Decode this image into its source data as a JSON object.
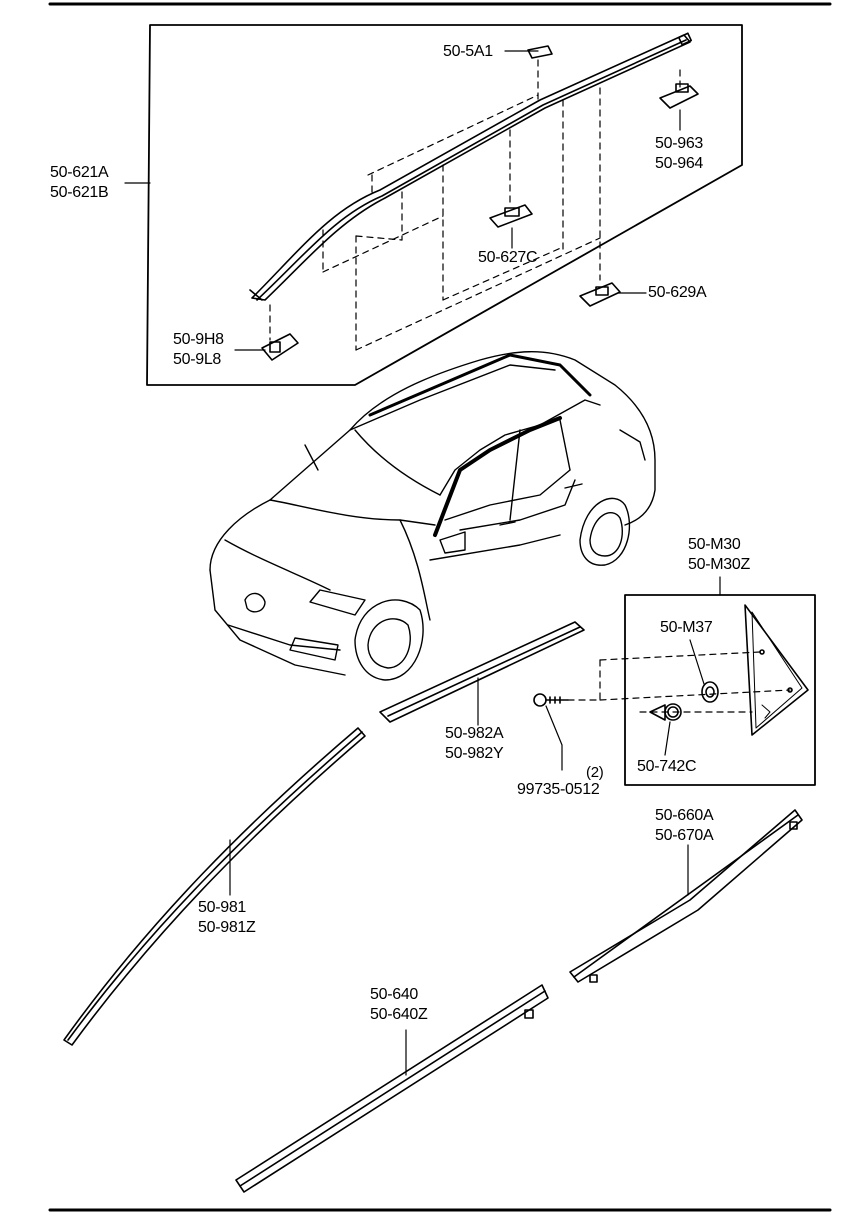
{
  "labels": {
    "p_5a1": "50-5A1",
    "p_963": "50-963",
    "p_964": "50-964",
    "p_621a": "50-621A",
    "p_621b": "50-621B",
    "p_627c": "50-627C",
    "p_629a": "50-629A",
    "p_9h8": "50-9H8",
    "p_9l8": "50-9L8",
    "p_m30": "50-M30",
    "p_m30z": "50-M30Z",
    "p_m37": "50-M37",
    "p_742c": "50-742C",
    "p_982a": "50-982A",
    "p_982y": "50-982Y",
    "p_qty": "(2)",
    "p_99735": "99735-0512",
    "p_660a": "50-660A",
    "p_670a": "50-670A",
    "p_981": "50-981",
    "p_981z": "50-981Z",
    "p_640": "50-640",
    "p_640z": "50-640Z"
  },
  "colors": {
    "line": "#000000",
    "background": "#ffffff"
  }
}
